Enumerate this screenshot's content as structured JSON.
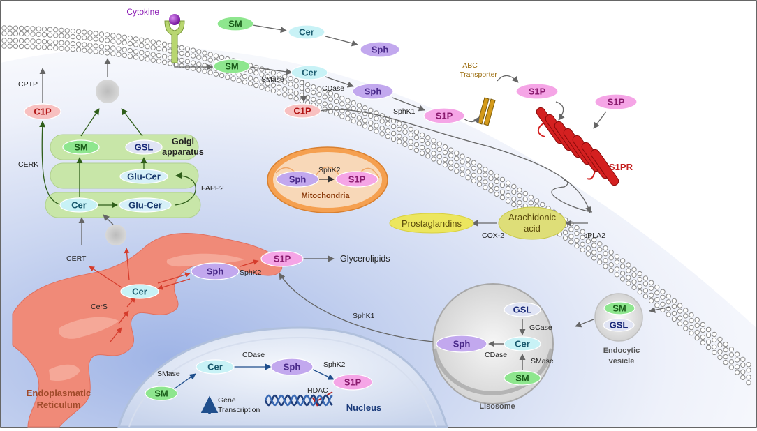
{
  "colors": {
    "sm_fill": "#8ee68e",
    "sm_text": "#1a5c1a",
    "cer_fill": "#c8f2f6",
    "cer_text": "#1a5a6e",
    "sph_fill": "#c2a8ee",
    "sph_text": "#4a2a8a",
    "s1p_fill": "#f5a5e6",
    "s1p_text": "#8a1a6e",
    "c1p_fill": "#f8c0c0",
    "c1p_text": "#b11414",
    "gsl_fill": "#e0e4f4",
    "gsl_text": "#1a2a7a",
    "glucer_fill": "#d6f0f8",
    "glucer_text": "#1a3a6e",
    "er": "#f08a78",
    "golgi": "#c8e6a8",
    "mito_outer": "#f5a050",
    "mito_inner": "#f8d8b8",
    "prosta": "#ece65e",
    "arach": "#dede78",
    "s1pr": "#d42020",
    "abc": "#c48a12",
    "cytokine": "#8a1ab4",
    "arrow_green": "#2f5e1a",
    "arrow_red": "#d53c2c",
    "arrow_blue": "#1f4e8c",
    "hdac": "#b42020"
  },
  "icons": [
    "cytokine-receptor-icon",
    "abc-transporter-icon",
    "s1pr-receptor-icon",
    "dna-helix-icon",
    "vesicle-icon",
    "up-arrow-icon"
  ],
  "labels": {
    "cytokine": "Cytokine",
    "abc_line1": "ABC",
    "abc_line2": "Transporter",
    "s1pr": "S1PR",
    "cptp": "CPTP",
    "cerk": "CERK",
    "cert": "CERT",
    "cers": "CerS",
    "fapp2": "FAPP2",
    "golgi_line1": "Golgi",
    "golgi_line2": "apparatus",
    "smase_top": "SMase",
    "cdase_top": "CDase",
    "sphk1_top": "SphK1",
    "sphk2_mito": "SphK2",
    "mitochondria": "Mitochondria",
    "arachidonic_line1": "Arachidonic",
    "arachidonic_line2": "acid",
    "prostaglandins": "Prostaglandins",
    "cox2": "COX-2",
    "cpla2": "cPLA2",
    "glycerolipids": "Glycerolipids",
    "sphk2_er": "SphK2",
    "sphk1_lyso": "SphK1",
    "er_line1": "Endoplasmatic",
    "er_line2": "Reticulum",
    "smase_nuc": "SMase",
    "cdase_nuc": "CDase",
    "sphk2_nuc": "SphK2",
    "hdac": "HDAC",
    "nucleus": "Nucleus",
    "gene_line1": "Gene",
    "gene_line2": "Transcription",
    "gcase": "GCase",
    "cdase_lyso": "CDase",
    "smase_lyso": "SMase",
    "lisosome": "Lisosome",
    "endo_line1": "Endocytic",
    "endo_line2": "vesicle"
  },
  "molecules": {
    "sm": "SM",
    "cer": "Cer",
    "sph": "Sph",
    "s1p": "S1P",
    "c1p": "C1P",
    "gsl": "GSL",
    "glucer": "Glu-Cer"
  }
}
